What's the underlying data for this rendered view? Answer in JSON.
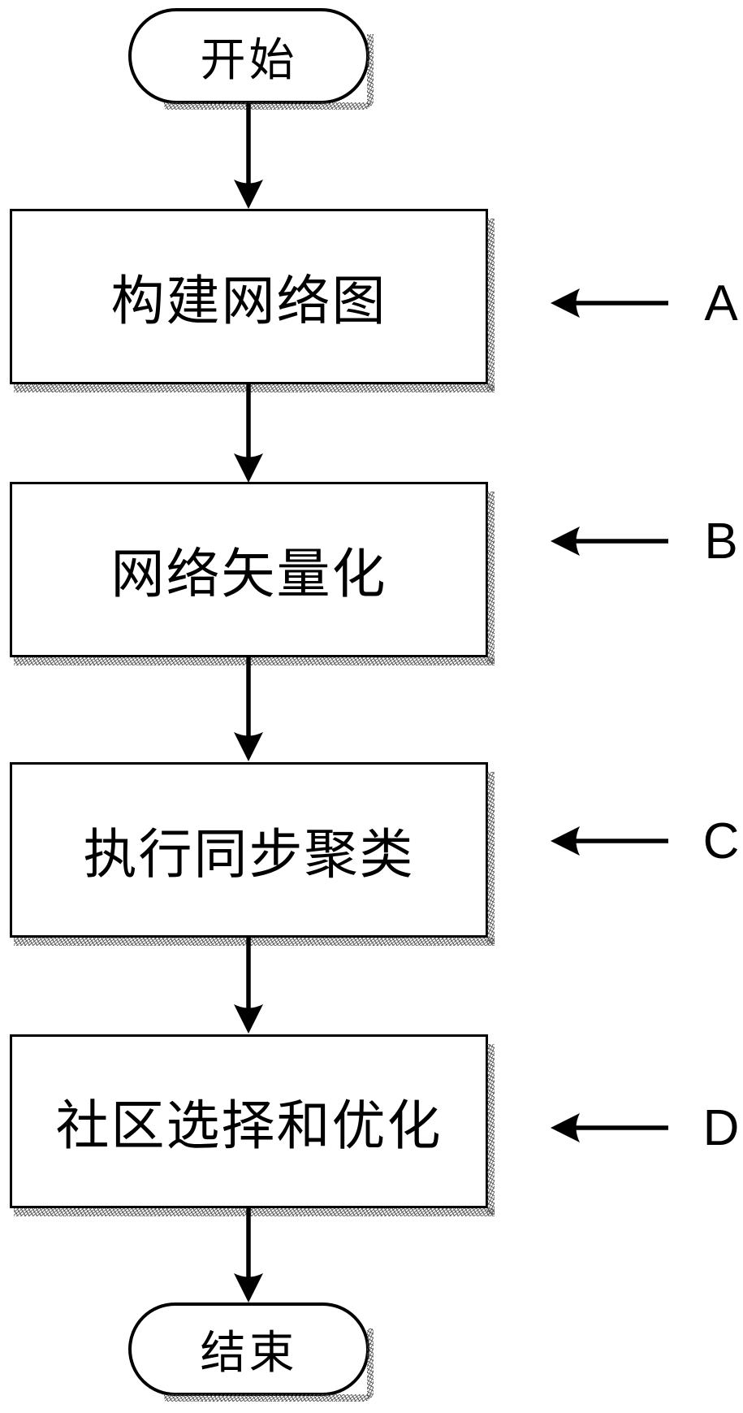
{
  "flowchart": {
    "title_semantics": "community-detection-method-flowchart",
    "start": {
      "label": "开始"
    },
    "steps": [
      {
        "label": "构建网络图",
        "annotation": "A"
      },
      {
        "label": "网络矢量化",
        "annotation": "B"
      },
      {
        "label": "执行同步聚类",
        "annotation": "C"
      },
      {
        "label": "社区选择和优化",
        "annotation": "D"
      }
    ],
    "end": {
      "label": "结束"
    },
    "colors": {
      "line": "#000000",
      "background": "#ffffff",
      "shadow_speckle": "#555555"
    }
  }
}
